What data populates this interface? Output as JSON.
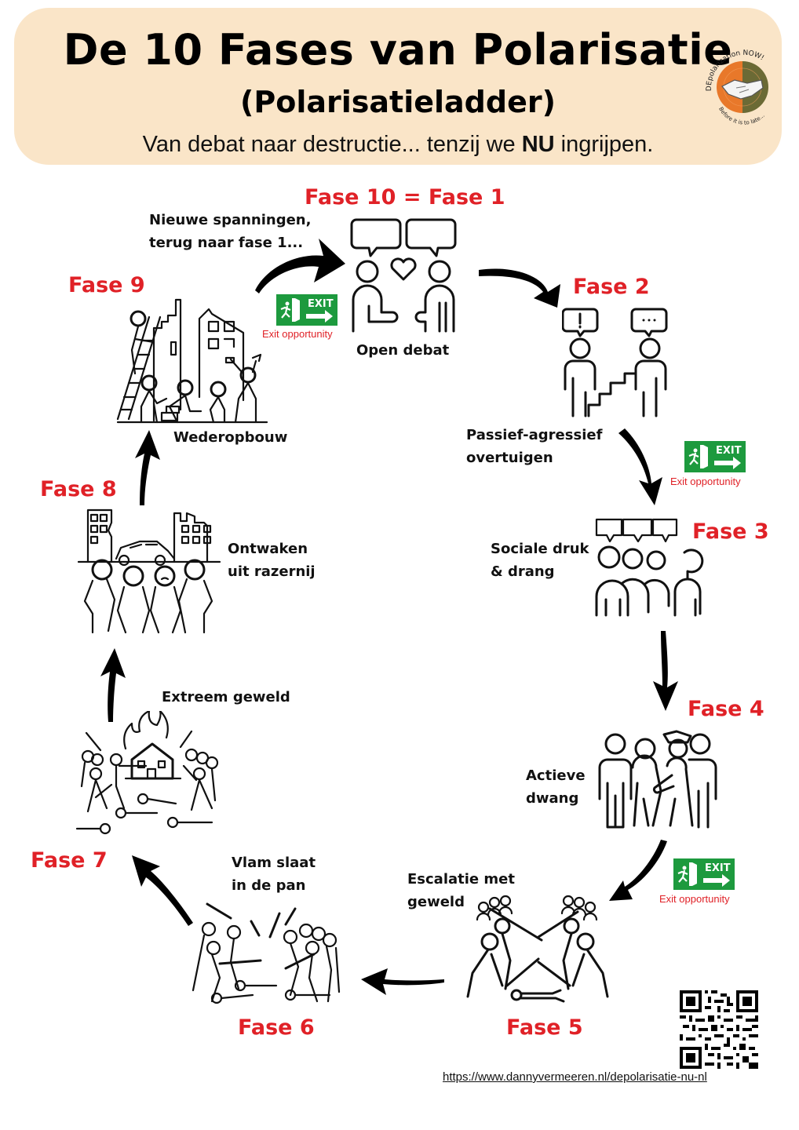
{
  "header": {
    "title": "De 10 Fases van Polarisatie",
    "subtitle": "(Polarisatieladder)",
    "tagline_pre": "Van debat naar destructie... tenzij we ",
    "tagline_bold": "NU",
    "tagline_post": " ingrijpen.",
    "background_color": "#fae5c8"
  },
  "logo": {
    "text_top": "DEpolarization NOW!",
    "text_bottom": "Before it is to late...",
    "colors": [
      "#e8782a",
      "#6b6a35"
    ],
    "icon": "handshake-icon"
  },
  "colors": {
    "phase_label": "#e02127",
    "exit_sign": "#1d9a3e",
    "text": "#111111"
  },
  "phases": [
    {
      "id": 1,
      "label": "Fase 10 = Fase 1",
      "description": [
        "Open debat"
      ],
      "icon": "open-debate-icon"
    },
    {
      "id": 2,
      "label": "Fase 2",
      "description": [
        "Passief-agressief",
        "overtuigen"
      ],
      "icon": "passive-aggressive-icon"
    },
    {
      "id": 3,
      "label": "Fase 3",
      "description": [
        "Sociale druk",
        "& drang"
      ],
      "icon": "social-pressure-icon"
    },
    {
      "id": 4,
      "label": "Fase 4",
      "description": [
        "Actieve",
        "dwang"
      ],
      "icon": "active-coercion-icon"
    },
    {
      "id": 5,
      "label": "Fase 5",
      "description": [
        "Escalatie met",
        "geweld"
      ],
      "icon": "violence-escalation-icon"
    },
    {
      "id": 6,
      "label": "Fase 6",
      "description": [
        "Vlam slaat",
        "in de pan"
      ],
      "icon": "riot-icon"
    },
    {
      "id": 7,
      "label": "Fase 7",
      "description": [
        "Extreem geweld"
      ],
      "icon": "extreme-violence-icon"
    },
    {
      "id": 8,
      "label": "Fase 8",
      "description": [
        "Ontwaken",
        "uit razernij"
      ],
      "icon": "awakening-icon"
    },
    {
      "id": 9,
      "label": "Fase 9",
      "description": [
        "Wederopbouw"
      ],
      "icon": "rebuilding-icon"
    }
  ],
  "loop_note": [
    "Nieuwe spanningen,",
    "terug naar fase 1..."
  ],
  "exit": {
    "sign_text": "EXIT",
    "label": "Exit opportunity",
    "positions_after_phase": [
      9,
      2,
      4
    ]
  },
  "footer": {
    "url": "https://www.dannyvermeeren.nl/depolarisatie-nu-nl",
    "qr_icon": "qr-code-icon"
  }
}
